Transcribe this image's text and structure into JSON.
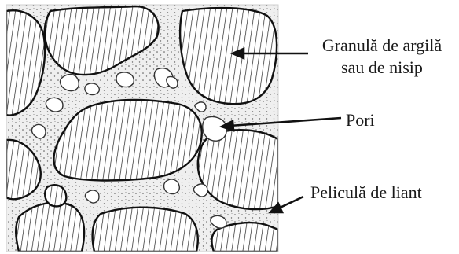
{
  "labels": {
    "granula_line1": "Granulă de argilă",
    "granula_line2": "sau de nisip",
    "pori": "Pori",
    "pelicula": "Peliculă de liant"
  },
  "colors": {
    "ink": "#1a1a1a",
    "binder": "#eeeeee",
    "grain": "#ffffff",
    "paper": "#ffffff"
  }
}
